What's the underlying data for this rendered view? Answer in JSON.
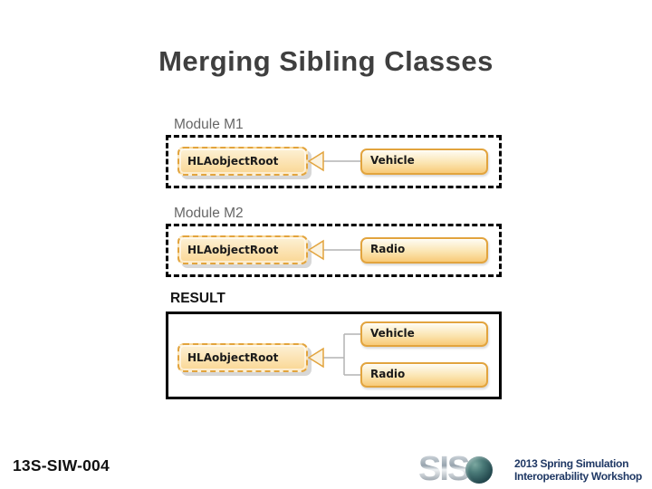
{
  "slide_title": "Merging Sibling Classes",
  "modules": {
    "m1": {
      "label": "Module M1",
      "root": "HLAobjectRoot",
      "child": "Vehicle"
    },
    "m2": {
      "label": "Module M2",
      "root": "HLAobjectRoot",
      "child": "Radio"
    },
    "result": {
      "label": "RESULT",
      "root": "HLAobjectRoot",
      "child1": "Vehicle",
      "child2": "Radio"
    }
  },
  "footer": {
    "paper_id": "13S-SIW-004",
    "logo_letters": "SIS",
    "workshop_line1": "2013 Spring Simulation",
    "workshop_line2": "Interoperability Workshop"
  },
  "colors": {
    "title_gray": "#3F3F3F",
    "module_label_gray": "#666666",
    "box_border_orange": "#E2A43E",
    "box_fill_top": "#FEFCF4",
    "box_fill_bottom": "#F8CA78",
    "hla_fill_top": "#FDF1D6",
    "hla_fill_bottom": "#FAD794",
    "frame_black": "#000000",
    "connector_gray": "#B3B3B3",
    "arrowhead_fill": "#FCF3E0",
    "paper_id_black": "#111111",
    "workshop_blue": "#1F3864"
  }
}
